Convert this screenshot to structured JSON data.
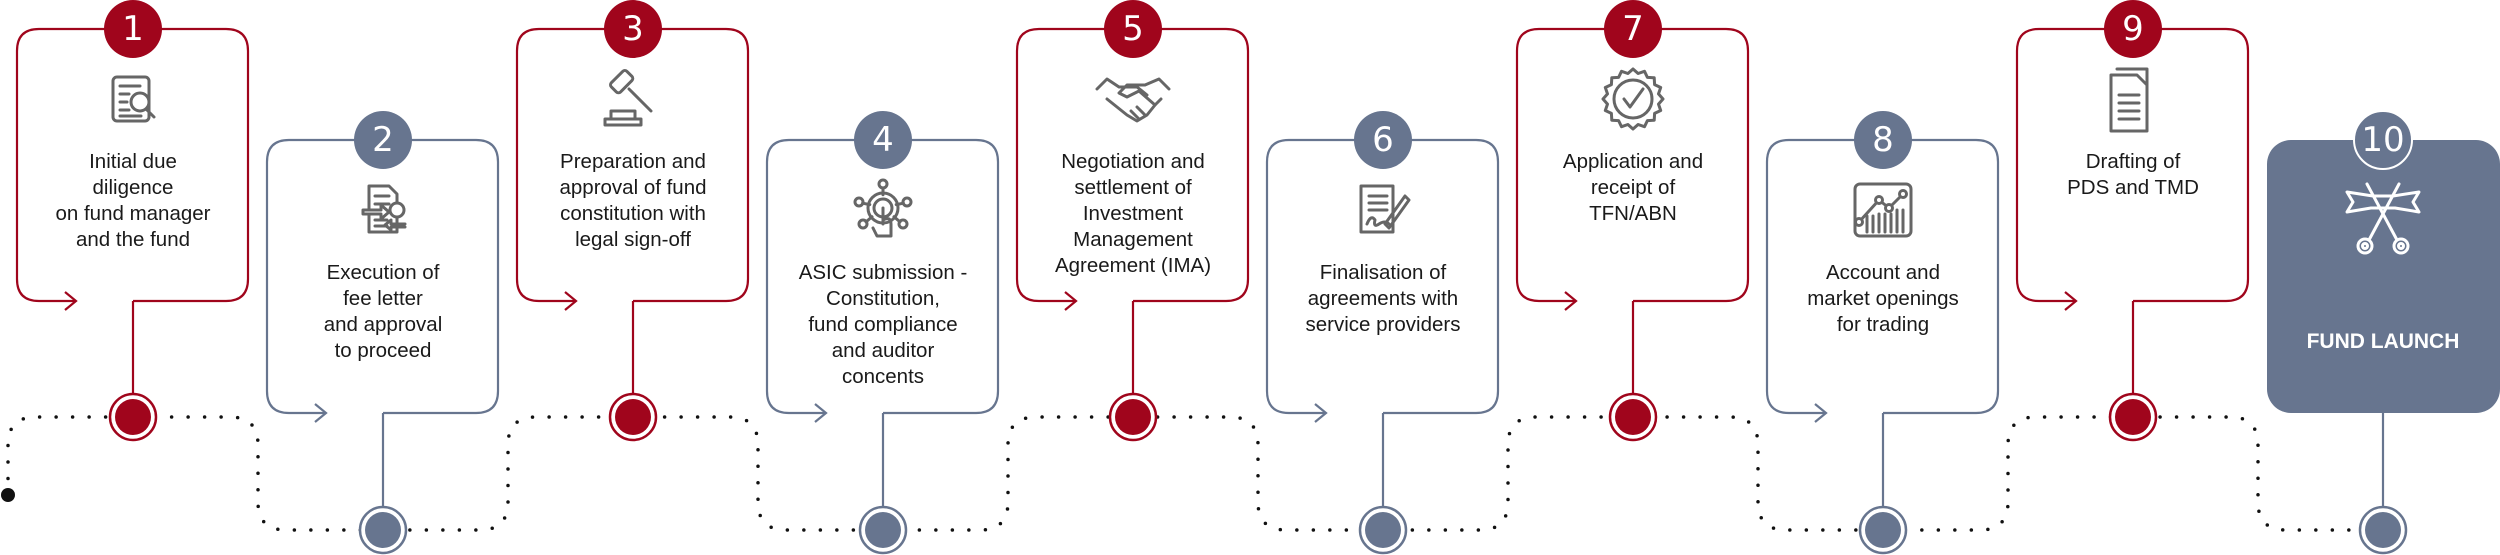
{
  "colors": {
    "red": "#a0051c",
    "slate": "#67758f",
    "icon_gray": "#666666",
    "dot": "#111111",
    "text": "#1a1a1a"
  },
  "steps": [
    {
      "number": "1",
      "label": "Initial due\ndiligence\non fund manager\nand the fund",
      "icon": "document-search-icon",
      "theme": "red"
    },
    {
      "number": "2",
      "label": "Execution of\nfee letter\nand approval\nto proceed",
      "icon": "invoice-exchange-icon",
      "theme": "slate"
    },
    {
      "number": "3",
      "label": "Preparation and\napproval of fund\nconstitution with\nlegal sign-off",
      "icon": "gavel-icon",
      "theme": "red"
    },
    {
      "number": "4",
      "label": "ASIC submission -\nConstitution,\nfund compliance\nand auditor\nconcents",
      "icon": "network-touch-icon",
      "theme": "slate"
    },
    {
      "number": "5",
      "label": "Negotiation and\nsettlement of\nInvestment\nManagement\nAgreement (IMA)",
      "icon": "handshake-icon",
      "theme": "red"
    },
    {
      "number": "6",
      "label": "Finalisation of\nagreements with\nservice providers",
      "icon": "signed-contract-icon",
      "theme": "slate"
    },
    {
      "number": "7",
      "label": "Application and\nreceipt of\nTFN/ABN",
      "icon": "certified-badge-icon",
      "theme": "red"
    },
    {
      "number": "8",
      "label": "Account and\nmarket openings\nfor trading",
      "icon": "growth-chart-icon",
      "theme": "slate"
    },
    {
      "number": "9",
      "label": "Drafting of\nPDS and TMD",
      "icon": "documents-icon",
      "theme": "red"
    },
    {
      "number": "10",
      "label": "FUND LAUNCH",
      "icon": "ribbon-cutting-icon",
      "theme": "launch"
    }
  ]
}
